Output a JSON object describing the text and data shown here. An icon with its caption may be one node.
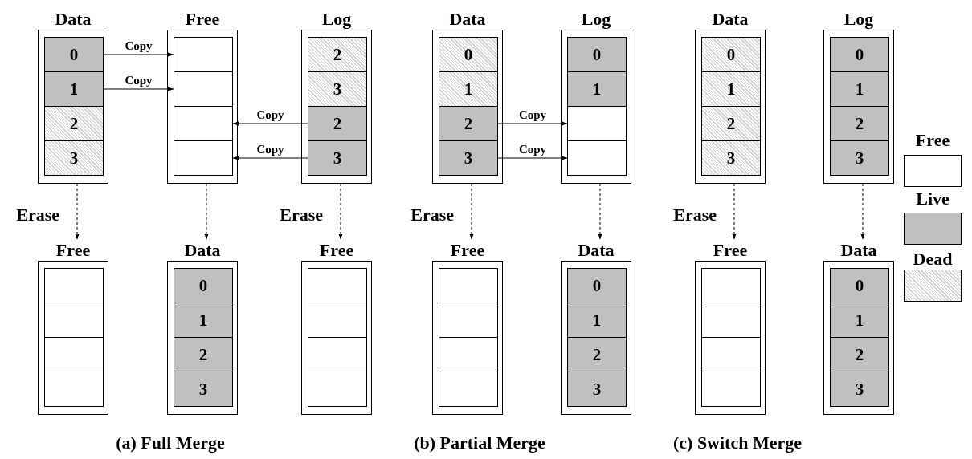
{
  "diagram": {
    "nodes": [
      {
        "text": [
          "Data"
        ]
      },
      {
        "text": [
          "0"
        ],
        "in": 0
      },
      {
        "text": [
          "1"
        ],
        "in": 0
      },
      {
        "text": [
          "2"
        ],
        "in": 0
      },
      {
        "text": [
          "3"
        ],
        "in": 0
      },
      {
        "text": [
          "Free"
        ]
      },
      {
        "text": [],
        "shape": "box",
        "in": 5
      },
      {
        "text": [],
        "shape": "box",
        "in": 5
      },
      {
        "text": [],
        "shape": "box",
        "in": 5
      },
      {
        "text": [],
        "shape": "box",
        "in": 5
      },
      {
        "text": [
          "Log"
        ]
      },
      {
        "text": [
          "2"
        ],
        "in": 10
      },
      {
        "text": [
          "3"
        ],
        "in": 10
      },
      {
        "text": [
          "2"
        ],
        "in": 10
      },
      {
        "text": [
          "3"
        ],
        "in": 10
      },
      {
        "text": [
          "Data"
        ]
      },
      {
        "text": [
          "0"
        ],
        "in": 15
      },
      {
        "text": [
          "1"
        ],
        "in": 15
      },
      {
        "text": [
          "2"
        ],
        "in": 15
      },
      {
        "text": [
          "3"
        ],
        "in": 15
      },
      {
        "text": [
          "Log"
        ]
      },
      {
        "text": [
          "0"
        ],
        "in": 20
      },
      {
        "text": [
          "1"
        ],
        "in": 20
      },
      {
        "text": [],
        "shape": "box",
        "in": 20
      },
      {
        "text": [],
        "shape": "box",
        "in": 20
      },
      {
        "text": [
          "Data"
        ]
      },
      {
        "text": [
          "0"
        ],
        "in": 25
      },
      {
        "text": [
          "1"
        ],
        "in": 25
      },
      {
        "text": [
          "2"
        ],
        "in": 25
      },
      {
        "text": [
          "3"
        ],
        "in": 25
      },
      {
        "text": [
          "Log"
        ]
      },
      {
        "text": [
          "0"
        ],
        "in": 30
      },
      {
        "text": [
          "1"
        ],
        "in": 30
      },
      {
        "text": [
          "2"
        ],
        "in": 30
      },
      {
        "text": [
          "3"
        ],
        "in": 30
      },
      {
        "text": [
          "Free"
        ]
      },
      {
        "text": [],
        "shape": "box",
        "in": 35
      },
      {
        "text": [],
        "shape": "box",
        "in": 35
      },
      {
        "text": [],
        "shape": "box",
        "in": 35
      },
      {
        "text": [],
        "shape": "box",
        "in": 35
      },
      {
        "text": [
          "Data"
        ]
      },
      {
        "text": [
          "0"
        ],
        "in": 40
      },
      {
        "text": [
          "1"
        ],
        "in": 40
      },
      {
        "text": [
          "2"
        ],
        "in": 40
      },
      {
        "text": [
          "3"
        ],
        "in": 40
      },
      {
        "text": [
          "Free"
        ]
      },
      {
        "text": [],
        "shape": "box",
        "in": 45
      },
      {
        "text": [],
        "shape": "box",
        "in": 45
      },
      {
        "text": [],
        "shape": "box",
        "in": 45
      },
      {
        "text": [],
        "shape": "box",
        "in": 45
      },
      {
        "text": [
          "Free"
        ]
      },
      {
        "text": [],
        "shape": "box",
        "in": 50
      },
      {
        "text": [],
        "shape": "box",
        "in": 50
      },
      {
        "text": [],
        "shape": "box",
        "in": 50
      },
      {
        "text": [],
        "shape": "box",
        "in": 50
      },
      {
        "text": [
          "Data"
        ]
      },
      {
        "text": [
          "0"
        ],
        "in": 55
      },
      {
        "text": [
          "1"
        ],
        "in": 55
      },
      {
        "text": [
          "2"
        ],
        "in": 55
      },
      {
        "text": [
          "3"
        ],
        "in": 55
      },
      {
        "text": [
          "Free"
        ]
      },
      {
        "text": [],
        "shape": "box",
        "in": 60
      },
      {
        "text": [],
        "shape": "box",
        "in": 60
      },
      {
        "text": [],
        "shape": "box",
        "in": 60
      },
      {
        "text": [],
        "shape": "box",
        "in": 60
      },
      {
        "text": [
          "Data"
        ]
      },
      {
        "text": [
          "0"
        ],
        "in": 65
      },
      {
        "text": [
          "1"
        ],
        "in": 65
      },
      {
        "text": [
          "2"
        ],
        "in": 65
      },
      {
        "text": [
          "3"
        ],
        "in": 65
      }
    ],
    "edges": [
      {
        "from": 1,
        "to": 6,
        "arrow": "to",
        "label": "Copy"
      },
      {
        "from": 2,
        "to": 7,
        "arrow": "to",
        "label": "Copy"
      },
      {
        "from": 13,
        "to": 8,
        "arrow": "to",
        "label": "Copy"
      },
      {
        "from": 14,
        "to": 9,
        "arrow": "to",
        "label": "Copy"
      },
      {
        "from": 18,
        "to": 23,
        "arrow": "to",
        "label": "Copy"
      },
      {
        "from": 19,
        "to": 24,
        "arrow": "to",
        "label": "Copy"
      },
      {
        "from": 0,
        "to": 35,
        "arrow": "to",
        "style": "dashed",
        "label": "Erase"
      },
      {
        "from": 5,
        "to": 40,
        "arrow": "to",
        "style": "dashed"
      },
      {
        "from": 10,
        "to": 45,
        "arrow": "to",
        "style": "dashed",
        "label": "Erase"
      },
      {
        "from": 15,
        "to": 50,
        "arrow": "to",
        "style": "dashed",
        "label": "Erase"
      },
      {
        "from": 20,
        "to": 55,
        "arrow": "to",
        "style": "dashed"
      },
      {
        "from": 25,
        "to": 60,
        "arrow": "to",
        "style": "dashed",
        "label": "Erase"
      },
      {
        "from": 30,
        "to": 65,
        "arrow": "to",
        "style": "dashed"
      }
    ],
    "labels": [
      "(a) Full Merge",
      "(b) Partial Merge",
      "(c) Switch Merge"
    ],
    "legend": [
      {
        "text": "Free",
        "color": "#ffffff"
      },
      {
        "text": "Live",
        "color": "#c0c0c0"
      },
      {
        "text": "Dead"
      }
    ]
  }
}
